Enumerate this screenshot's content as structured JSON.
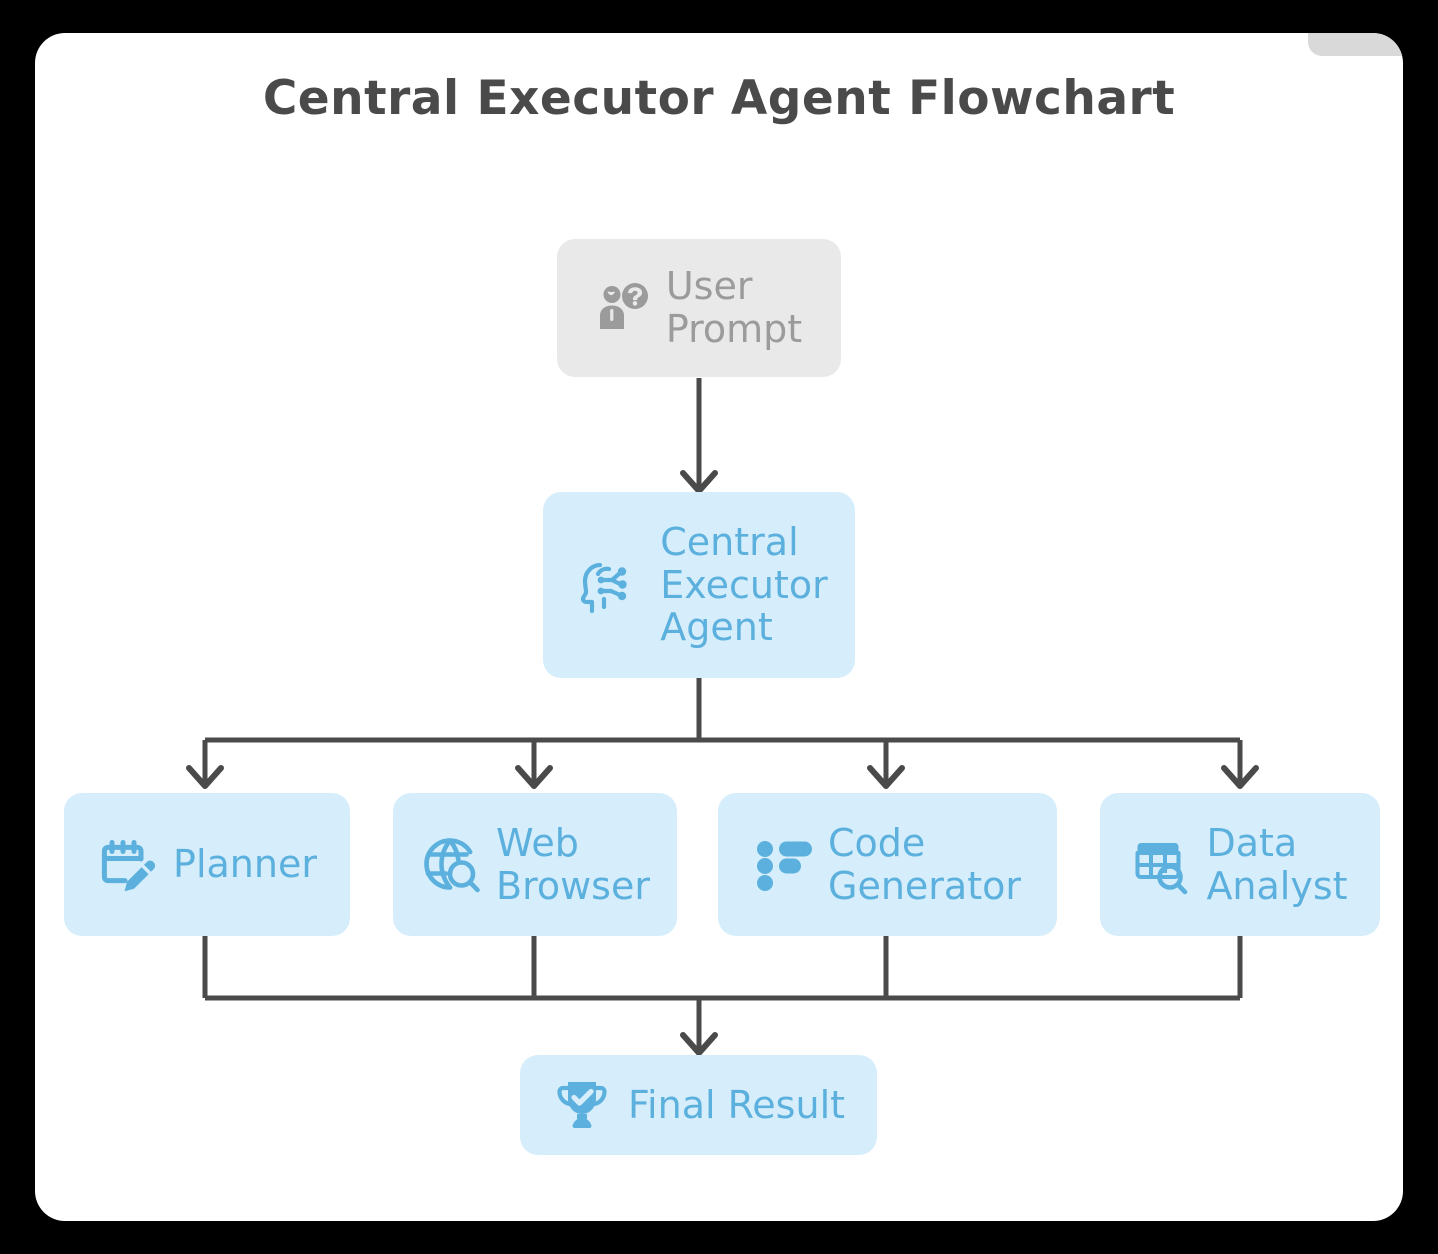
{
  "page": {
    "title": "Central Executor Agent Flowchart",
    "title_color": "#4a4a4a",
    "card_background": "#ffffff",
    "outer_background": "#000000"
  },
  "palette": {
    "node_blue_bg": "#d6eefb",
    "node_blue_text": "#5cb0dd",
    "node_gray_bg": "#e9e9e9",
    "node_gray_text": "#9b9b9b",
    "connector": "#4a4a4a"
  },
  "chart_data": {
    "type": "diagram",
    "title": "Central Executor Agent Flowchart",
    "nodes": [
      {
        "id": "user_prompt",
        "label": "User\nPrompt",
        "icon": "user-question-icon",
        "style": "gray"
      },
      {
        "id": "central_executor",
        "label": "Central\nExecutor\nAgent",
        "icon": "ai-brain-chip-icon",
        "style": "blue"
      },
      {
        "id": "planner",
        "label": "Planner",
        "icon": "calendar-pencil-icon",
        "style": "blue"
      },
      {
        "id": "web_browser",
        "label": "Web\nBrowser",
        "icon": "globe-search-icon",
        "style": "blue"
      },
      {
        "id": "code_generator",
        "label": "Code\nGenerator",
        "icon": "bullet-list-icon",
        "style": "blue"
      },
      {
        "id": "data_analyst",
        "label": "Data\nAnalyst",
        "icon": "table-search-icon",
        "style": "blue"
      },
      {
        "id": "final_result",
        "label": "Final Result",
        "icon": "trophy-check-icon",
        "style": "blue"
      }
    ],
    "edges": [
      {
        "from": "user_prompt",
        "to": "central_executor"
      },
      {
        "from": "central_executor",
        "to": "planner"
      },
      {
        "from": "central_executor",
        "to": "web_browser"
      },
      {
        "from": "central_executor",
        "to": "code_generator"
      },
      {
        "from": "central_executor",
        "to": "data_analyst"
      },
      {
        "from": "planner",
        "to": "final_result"
      },
      {
        "from": "web_browser",
        "to": "final_result"
      },
      {
        "from": "code_generator",
        "to": "final_result"
      },
      {
        "from": "data_analyst",
        "to": "final_result"
      }
    ]
  },
  "nodes": {
    "user_prompt": {
      "label": "User\nPrompt"
    },
    "central_executor": {
      "label": "Central\nExecutor\nAgent"
    },
    "planner": {
      "label": "Planner"
    },
    "web_browser": {
      "label": "Web\nBrowser"
    },
    "code_generator": {
      "label": "Code\nGenerator"
    },
    "data_analyst": {
      "label": "Data\nAnalyst"
    },
    "final_result": {
      "label": "Final Result"
    }
  }
}
